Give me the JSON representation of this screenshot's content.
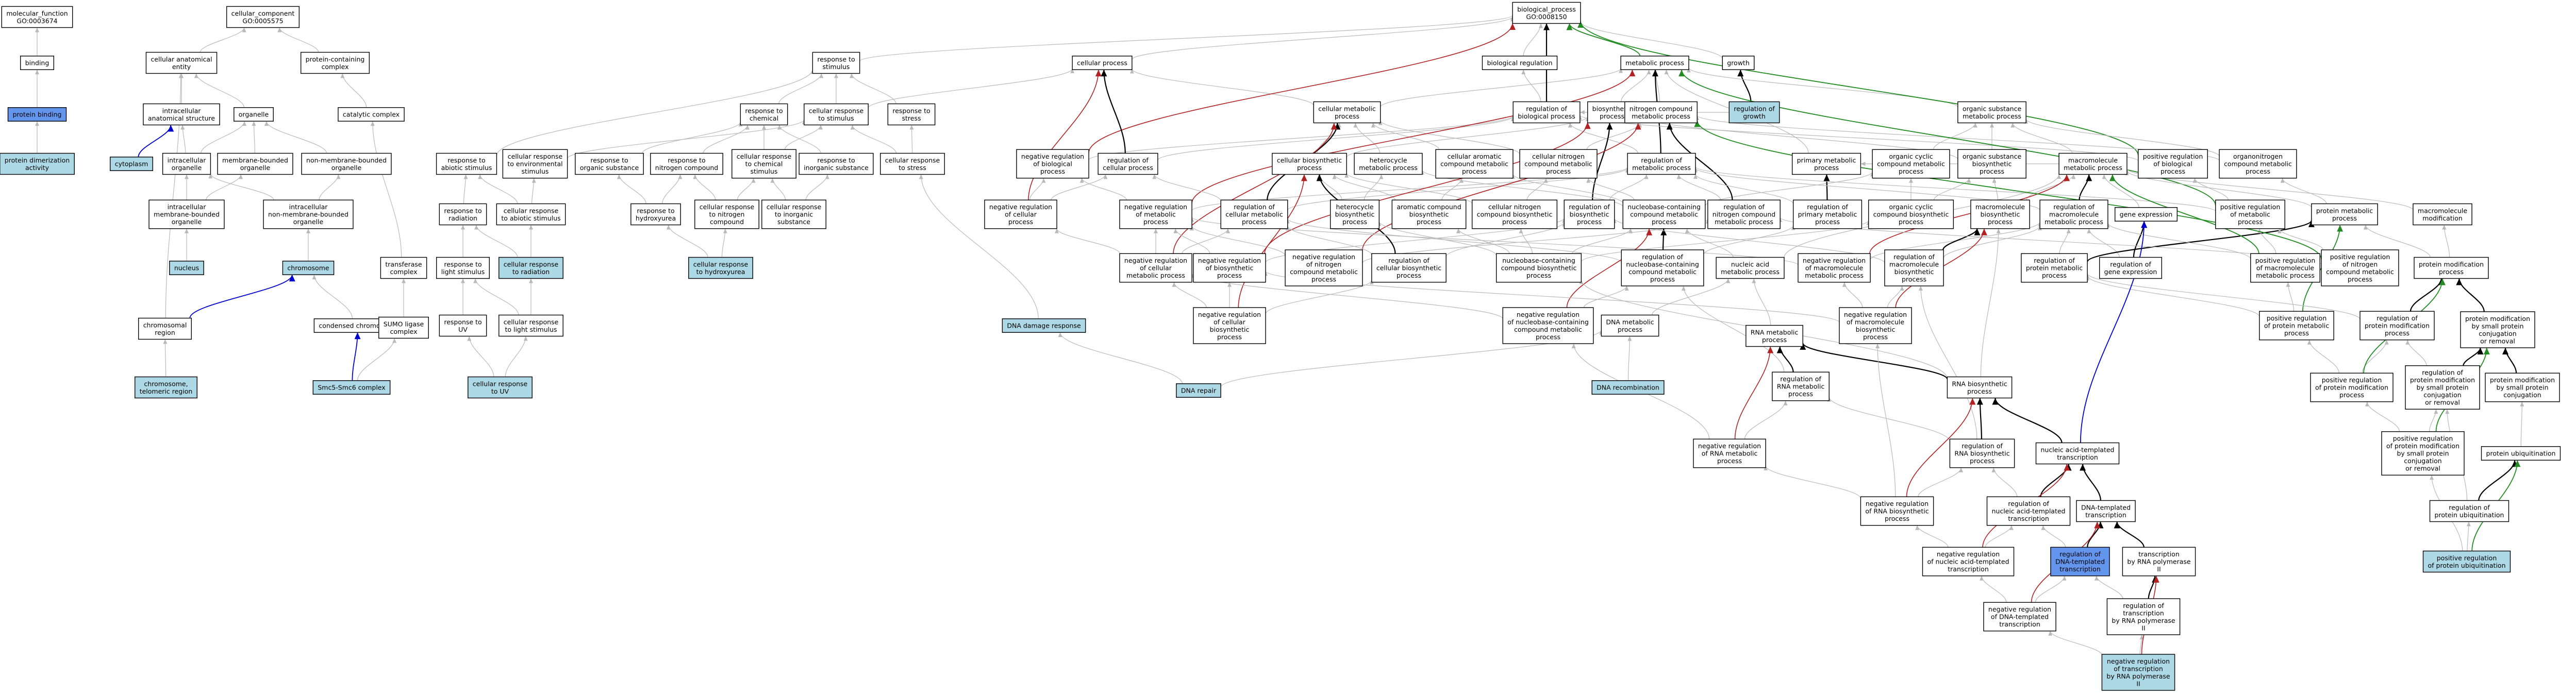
{
  "colors": {
    "plain": "#ffffff",
    "light": "#add8e6",
    "mid": "#6495ed",
    "edge_gray": "#b9b9b9",
    "edge_black": "#000000",
    "edge_red": "#b22222",
    "edge_green": "#228b22",
    "edge_blue": "#0000cd"
  },
  "nodes": [
    {
      "id": "mf",
      "label": "molecular_function\nGO:0003674",
      "fill": "plain"
    },
    {
      "id": "binding",
      "label": "binding",
      "fill": "plain"
    },
    {
      "id": "protbind",
      "label": "protein binding",
      "fill": "mid"
    },
    {
      "id": "protdimer",
      "label": "protein dimerization\nactivity",
      "fill": "light"
    },
    {
      "id": "cc",
      "label": "cellular_component\nGO:0005575",
      "fill": "plain"
    },
    {
      "id": "cae",
      "label": "cellular anatomical\nentity",
      "fill": "plain"
    },
    {
      "id": "pcc",
      "label": "protein-containing\ncomplex",
      "fill": "plain"
    },
    {
      "id": "intracellular",
      "label": "intracellular\nanatomical structure",
      "fill": "plain"
    },
    {
      "id": "organelle",
      "label": "organelle",
      "fill": "plain"
    },
    {
      "id": "catcomplex",
      "label": "catalytic complex",
      "fill": "plain"
    },
    {
      "id": "cytoplasm",
      "label": "cytoplasm",
      "fill": "light"
    },
    {
      "id": "intraorg",
      "label": "intracellular\norganelle",
      "fill": "plain"
    },
    {
      "id": "mbo",
      "label": "membrane-bounded\norganelle",
      "fill": "plain"
    },
    {
      "id": "nmbo",
      "label": "non-membrane-bounded\norganelle",
      "fill": "plain"
    },
    {
      "id": "imbo",
      "label": "intracellular\nmembrane-bounded\norganelle",
      "fill": "plain"
    },
    {
      "id": "inmbo",
      "label": "intracellular\nnon-membrane-bounded\norganelle",
      "fill": "plain"
    },
    {
      "id": "nucleus",
      "label": "nucleus",
      "fill": "light"
    },
    {
      "id": "chromosome",
      "label": "chromosome",
      "fill": "light"
    },
    {
      "id": "transferase",
      "label": "transferase\ncomplex",
      "fill": "plain"
    },
    {
      "id": "chromregion",
      "label": "chromosomal\nregion",
      "fill": "plain"
    },
    {
      "id": "condchrom",
      "label": "condensed chromosome",
      "fill": "plain"
    },
    {
      "id": "sumo",
      "label": "SUMO ligase\ncomplex",
      "fill": "plain"
    },
    {
      "id": "telomeric",
      "label": "chromosome,\ntelomeric region",
      "fill": "light"
    },
    {
      "id": "smc5",
      "label": "Smc5-Smc6 complex",
      "fill": "light"
    },
    {
      "id": "rstim",
      "label": "response to\nstimulus",
      "fill": "plain"
    },
    {
      "id": "rchem",
      "label": "response to\nchemical",
      "fill": "plain"
    },
    {
      "id": "crstim",
      "label": "cellular response\nto stimulus",
      "fill": "plain"
    },
    {
      "id": "rstress",
      "label": "response to\nstress",
      "fill": "plain"
    },
    {
      "id": "rabiotic",
      "label": "response to\nabiotic stimulus",
      "fill": "plain"
    },
    {
      "id": "crenv",
      "label": "cellular response\nto environmental\nstimulus",
      "fill": "plain"
    },
    {
      "id": "rorg",
      "label": "response to\norganic substance",
      "fill": "plain"
    },
    {
      "id": "rnitro",
      "label": "response to\nnitrogen compound",
      "fill": "plain"
    },
    {
      "id": "crchem",
      "label": "cellular response\nto chemical\nstimulus",
      "fill": "plain"
    },
    {
      "id": "rinorg",
      "label": "response to\ninorganic substance",
      "fill": "plain"
    },
    {
      "id": "crstress",
      "label": "cellular response\nto stress",
      "fill": "plain"
    },
    {
      "id": "rrad",
      "label": "response to\nradiation",
      "fill": "plain"
    },
    {
      "id": "crabiotic",
      "label": "cellular response\nto abiotic stimulus",
      "fill": "plain"
    },
    {
      "id": "rhydrox",
      "label": "response to\nhydroxyurea",
      "fill": "plain"
    },
    {
      "id": "crnitro",
      "label": "cellular response\nto nitrogen\ncompound",
      "fill": "plain"
    },
    {
      "id": "crinorg",
      "label": "cellular response\nto inorganic\nsubstance",
      "fill": "plain"
    },
    {
      "id": "rlight",
      "label": "response to\nlight stimulus",
      "fill": "plain"
    },
    {
      "id": "crrad",
      "label": "cellular response\nto radiation",
      "fill": "light"
    },
    {
      "id": "crhydrox",
      "label": "cellular response\nto hydroxyurea",
      "fill": "light"
    },
    {
      "id": "ruv",
      "label": "response to\nUV",
      "fill": "plain"
    },
    {
      "id": "crlight",
      "label": "cellular response\nto light stimulus",
      "fill": "plain"
    },
    {
      "id": "cruv",
      "label": "cellular response\nto UV",
      "fill": "light"
    },
    {
      "id": "dnadamage",
      "label": "DNA damage response",
      "fill": "light"
    },
    {
      "id": "dnarepair",
      "label": "DNA repair",
      "fill": "light"
    },
    {
      "id": "bp",
      "label": "biological_process\nGO:0008150",
      "fill": "plain"
    },
    {
      "id": "cellproc",
      "label": "cellular process",
      "fill": "plain"
    },
    {
      "id": "bioreg",
      "label": "biological regulation",
      "fill": "plain"
    },
    {
      "id": "metproc",
      "label": "metabolic process",
      "fill": "plain"
    },
    {
      "id": "growth",
      "label": "growth",
      "fill": "plain"
    },
    {
      "id": "cmp",
      "label": "cellular metabolic\nprocess",
      "fill": "plain"
    },
    {
      "id": "regbp",
      "label": "regulation of\nbiological process",
      "fill": "plain"
    },
    {
      "id": "biosyn",
      "label": "biosynthetic\nprocess",
      "fill": "plain"
    },
    {
      "id": "ncmp",
      "label": "nitrogen compound\nmetabolic process",
      "fill": "plain"
    },
    {
      "id": "reggrowth",
      "label": "regulation of\ngrowth",
      "fill": "light"
    },
    {
      "id": "osmp",
      "label": "organic substance\nmetabolic process",
      "fill": "plain"
    },
    {
      "id": "negregbp",
      "label": "negative regulation\nof biological\nprocess",
      "fill": "plain"
    },
    {
      "id": "regcp",
      "label": "regulation of\ncellular process",
      "fill": "plain"
    },
    {
      "id": "cbp",
      "label": "cellular biosynthetic\nprocess",
      "fill": "plain"
    },
    {
      "id": "hmp",
      "label": "heterocycle\nmetabolic process",
      "fill": "plain"
    },
    {
      "id": "caromp",
      "label": "cellular aromatic\ncompound metabolic\nprocess",
      "fill": "plain"
    },
    {
      "id": "cncmp",
      "label": "cellular nitrogen\ncompound metabolic\nprocess",
      "fill": "plain"
    },
    {
      "id": "regmp",
      "label": "regulation of\nmetabolic process",
      "fill": "plain"
    },
    {
      "id": "primmp",
      "label": "primary metabolic\nprocess",
      "fill": "plain"
    },
    {
      "id": "occmp",
      "label": "organic cyclic\ncompound metabolic\nprocess",
      "fill": "plain"
    },
    {
      "id": "osbp",
      "label": "organic substance\nbiosynthetic\nprocess",
      "fill": "plain"
    },
    {
      "id": "macromp",
      "label": "macromolecule\nmetabolic process",
      "fill": "plain"
    },
    {
      "id": "posregbp",
      "label": "positive regulation\nof biological\nprocess",
      "fill": "plain"
    },
    {
      "id": "orgnitro",
      "label": "organonitrogen\ncompound metabolic\nprocess",
      "fill": "plain"
    },
    {
      "id": "negregcp",
      "label": "negative regulation\nof cellular\nprocess",
      "fill": "plain"
    },
    {
      "id": "negregmp",
      "label": "negative regulation\nof metabolic\nprocess",
      "fill": "plain"
    },
    {
      "id": "regcmp",
      "label": "regulation of\ncellular metabolic\nprocess",
      "fill": "plain"
    },
    {
      "id": "hbp",
      "label": "heterocycle\nbiosynthetic\nprocess",
      "fill": "plain"
    },
    {
      "id": "arombp",
      "label": "aromatic compound\nbiosynthetic\nprocess",
      "fill": "plain"
    },
    {
      "id": "cncbp",
      "label": "cellular nitrogen\ncompound biosynthetic\nprocess",
      "fill": "plain"
    },
    {
      "id": "regbiosyn",
      "label": "regulation of\nbiosynthetic\nprocess",
      "fill": "plain"
    },
    {
      "id": "nbcmp",
      "label": "nucleobase-containing\ncompound metabolic\nprocess",
      "fill": "plain"
    },
    {
      "id": "regncmp",
      "label": "regulation of\nnitrogen compound\nmetabolic process",
      "fill": "plain"
    },
    {
      "id": "regprimmp",
      "label": "regulation of\nprimary metabolic\nprocess",
      "fill": "plain"
    },
    {
      "id": "occbp",
      "label": "organic cyclic\ncompound biosynthetic\nprocess",
      "fill": "plain"
    },
    {
      "id": "macrobp",
      "label": "macromolecule\nbiosynthetic\nprocess",
      "fill": "plain"
    },
    {
      "id": "regmacromp",
      "label": "regulation of\nmacromolecule\nmetabolic process",
      "fill": "plain"
    },
    {
      "id": "geneexpr",
      "label": "gene expression",
      "fill": "plain"
    },
    {
      "id": "posregmp",
      "label": "positive regulation\nof metabolic\nprocess",
      "fill": "plain"
    },
    {
      "id": "protmp",
      "label": "protein metabolic\nprocess",
      "fill": "plain"
    },
    {
      "id": "macromod",
      "label": "macromolecule\nmodification",
      "fill": "plain"
    },
    {
      "id": "negregcmp",
      "label": "negative regulation\nof cellular\nmetabolic process",
      "fill": "plain"
    },
    {
      "id": "negregbiosyn",
      "label": "negative regulation\nof biosynthetic\nprocess",
      "fill": "plain"
    },
    {
      "id": "negregncmp",
      "label": "negative regulation\nof nitrogen\ncompound metabolic\nprocess",
      "fill": "plain"
    },
    {
      "id": "regcbp",
      "label": "regulation of\ncellular biosynthetic\nprocess",
      "fill": "plain"
    },
    {
      "id": "nbcbp",
      "label": "nucleobase-containing\ncompound biosynthetic\nprocess",
      "fill": "plain"
    },
    {
      "id": "regnbcmp",
      "label": "regulation of\nnucleobase-containing\ncompound metabolic\nprocess",
      "fill": "plain"
    },
    {
      "id": "nucacidmp",
      "label": "nucleic acid\nmetabolic process",
      "fill": "plain"
    },
    {
      "id": "negregmacromp",
      "label": "negative regulation\nof macromolecule\nmetabolic process",
      "fill": "plain"
    },
    {
      "id": "regmacrobp",
      "label": "regulation of\nmacromolecule\nbiosynthetic\nprocess",
      "fill": "plain"
    },
    {
      "id": "reggeneexpr",
      "label": "regulation of\ngene expression",
      "fill": "plain"
    },
    {
      "id": "regprotmp",
      "label": "regulation of\nprotein metabolic\nprocess",
      "fill": "plain"
    },
    {
      "id": "posregmacromp",
      "label": "positive regulation\nof macromolecule\nmetabolic process",
      "fill": "plain"
    },
    {
      "id": "posregncmp",
      "label": "positive regulation\nof nitrogen\ncompound metabolic\nprocess",
      "fill": "plain"
    },
    {
      "id": "protmod",
      "label": "protein modification\nprocess",
      "fill": "plain"
    },
    {
      "id": "negregcbp",
      "label": "negative regulation\nof cellular\nbiosynthetic\nprocess",
      "fill": "plain"
    },
    {
      "id": "negregnbcmp",
      "label": "negative regulation\nof nucleobase-containing\ncompound metabolic\nprocess",
      "fill": "plain"
    },
    {
      "id": "dnamp",
      "label": "DNA metabolic\nprocess",
      "fill": "plain"
    },
    {
      "id": "rnamp",
      "label": "RNA metabolic\nprocess",
      "fill": "plain"
    },
    {
      "id": "negregmacrobp",
      "label": "negative regulation\nof macromolecule\nbiosynthetic\nprocess",
      "fill": "plain"
    },
    {
      "id": "posregprotmod",
      "label": "positive regulation\nof protein metabolic\nprocess",
      "fill": "plain"
    },
    {
      "id": "regprotmod",
      "label": "regulation of\nprotein modification\nprocess",
      "fill": "plain"
    },
    {
      "id": "protmodsmall",
      "label": "protein modification\nby small protein\nconjugation\nor removal",
      "fill": "plain"
    },
    {
      "id": "dnarecomb",
      "label": "DNA recombination",
      "fill": "light"
    },
    {
      "id": "regrnamp",
      "label": "regulation of\nRNA metabolic\nprocess",
      "fill": "plain"
    },
    {
      "id": "rnabp",
      "label": "RNA biosynthetic\nprocess",
      "fill": "plain"
    },
    {
      "id": "posregprotmodproc",
      "label": "positive regulation\nof protein modification\nprocess",
      "fill": "plain"
    },
    {
      "id": "regprotmodsmall",
      "label": "regulation of\nprotein modification\nby small protein\nconjugation\nor removal",
      "fill": "plain"
    },
    {
      "id": "protconj",
      "label": "protein modification\nby small protein\nconjugation",
      "fill": "plain"
    },
    {
      "id": "negregrnamp",
      "label": "negative regulation\nof RNA metabolic\nprocess",
      "fill": "plain"
    },
    {
      "id": "regrnabp",
      "label": "regulation of\nRNA biosynthetic\nprocess",
      "fill": "plain"
    },
    {
      "id": "nucacidtrans",
      "label": "nucleic acid-templated\ntranscription",
      "fill": "plain"
    },
    {
      "id": "posregprotmodsmall",
      "label": "positive regulation\nof protein modification\nby small protein\nconjugation\nor removal",
      "fill": "plain"
    },
    {
      "id": "protubiq",
      "label": "protein ubiquitination",
      "fill": "plain"
    },
    {
      "id": "negregrnabp",
      "label": "negative regulation\nof RNA biosynthetic\nprocess",
      "fill": "plain"
    },
    {
      "id": "regnucacidtrans",
      "label": "regulation of\nnucleic acid-templated\ntranscription",
      "fill": "plain"
    },
    {
      "id": "dnatemptrans",
      "label": "DNA-templated\ntranscription",
      "fill": "plain"
    },
    {
      "id": "regprotubiq",
      "label": "regulation of\nprotein ubiquitination",
      "fill": "plain"
    },
    {
      "id": "negregnucacidtrans",
      "label": "negative regulation\nof nucleic acid-templated\ntranscription",
      "fill": "plain"
    },
    {
      "id": "regdnatemptrans",
      "label": "regulation of\nDNA-templated\ntranscription",
      "fill": "mid"
    },
    {
      "id": "transpol2",
      "label": "transcription\nby RNA polymerase\nII",
      "fill": "plain"
    },
    {
      "id": "posregprotubiq",
      "label": "positive regulation\nof protein ubiquitination",
      "fill": "light"
    },
    {
      "id": "negregdnatemptrans",
      "label": "negative regulation\nof DNA-templated\ntranscription",
      "fill": "plain"
    },
    {
      "id": "regtranspol2",
      "label": "regulation of\ntranscription\nby RNA polymerase\nII",
      "fill": "plain"
    },
    {
      "id": "negregtranspol2",
      "label": "negative regulation\nof transcription\nby RNA polymerase\nII",
      "fill": "light"
    }
  ]
}
